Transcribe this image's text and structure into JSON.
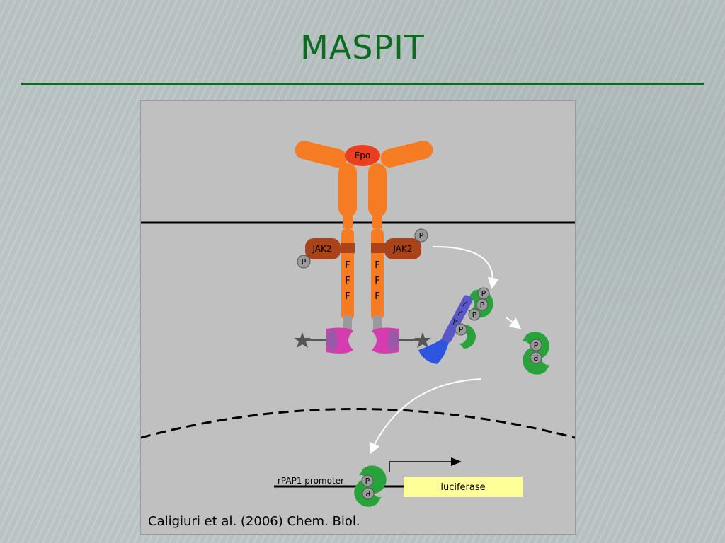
{
  "slide": {
    "title": "MASPIT",
    "citation": "Caligiuri et al. (2006) Chem. Biol."
  },
  "diagram": {
    "ligand_label": "Epo",
    "kinase_left_label": "JAK2",
    "kinase_right_label": "JAK2",
    "phospho_label": "P",
    "receptor_residue_label": "F",
    "tyrosine_label": "Y",
    "promoter_label": "rPAP1 promoter",
    "reporter_label": "luciferase"
  },
  "colors": {
    "title_green": "#0c6b1e",
    "receptor_orange": "#f57c22",
    "jak2_brown": "#a8431a",
    "epo_red": "#e8401e",
    "stat_green": "#27a33a",
    "bait_magenta": "#d43cb0",
    "prey_blue": "#2d55e0",
    "luciferase_yellow": "#ffff99"
  }
}
